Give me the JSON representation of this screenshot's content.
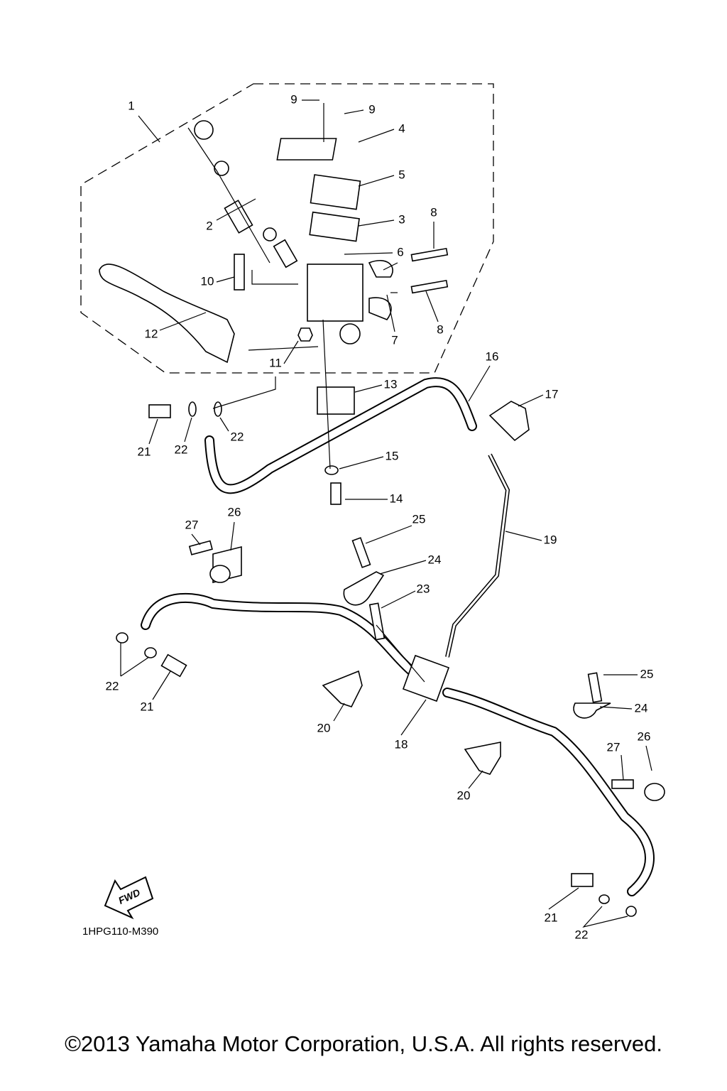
{
  "diagram": {
    "callouts": [
      "1",
      "9",
      "9",
      "4",
      "5",
      "3",
      "8",
      "6",
      "2",
      "10",
      "12",
      "7",
      "8",
      "11",
      "16",
      "13",
      "17",
      "21",
      "22",
      "22",
      "15",
      "14",
      "26",
      "27",
      "25",
      "19",
      "24",
      "23",
      "22",
      "21",
      "25",
      "24",
      "20",
      "18",
      "27",
      "26",
      "20",
      "21",
      "22"
    ],
    "fwd_label": "FWD",
    "diagram_code": "1HPG110-M390"
  },
  "footer": {
    "copyright": "©2013 Yamaha Motor Corporation, U.S.A. All rights reserved."
  }
}
